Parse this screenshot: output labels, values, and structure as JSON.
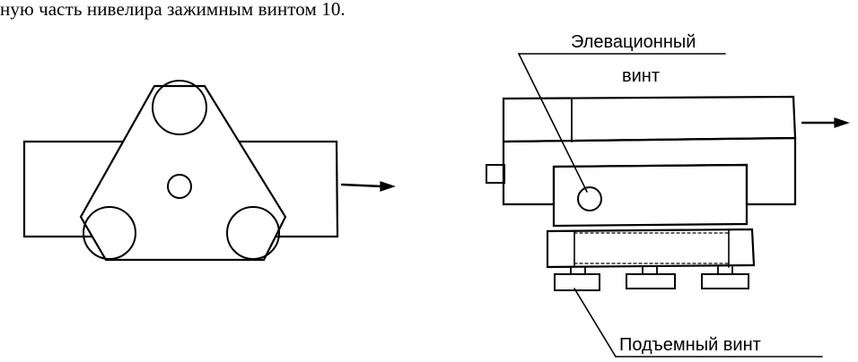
{
  "text": {
    "intro": "ную часть нивелира зажимным винтом 10."
  },
  "labels": {
    "elevation_screw_line1": "Элевационный",
    "elevation_screw_line2": "винт",
    "lifting_screw": "Подъемный винт"
  },
  "colors": {
    "ink": "#000000",
    "paper": "#ffffff"
  }
}
